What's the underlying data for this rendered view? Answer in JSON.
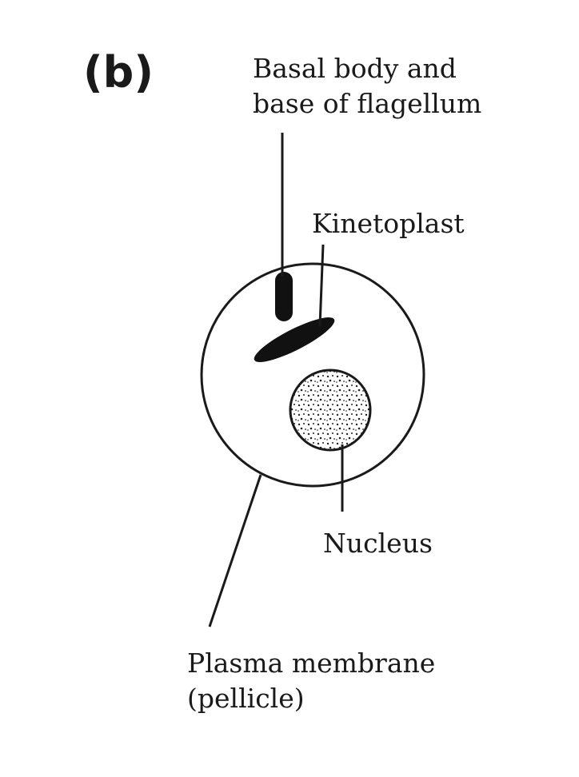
{
  "panel_label": "(b)",
  "labels": {
    "basal_body": [
      "Basal body and",
      "base of flagellum"
    ],
    "kinetoplast": "Kinetoplast",
    "nucleus": "Nucleus",
    "plasma_membrane": [
      "Plasma membrane",
      "(pellicle)"
    ]
  }
}
